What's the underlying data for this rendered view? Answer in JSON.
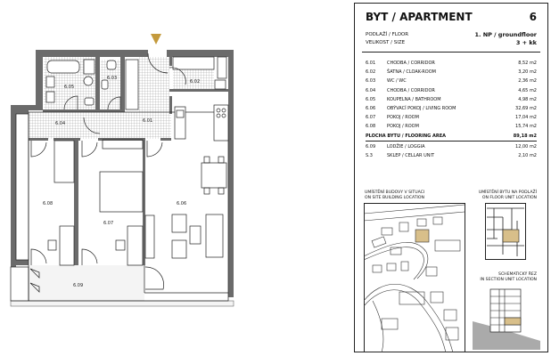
{
  "header": {
    "title": "BYT / APARTMENT",
    "number": "6",
    "floor_label": "PODLAŽÍ / FLOOR",
    "floor_value": "1. NP / groundfloor",
    "size_label": "VELIKOST / SIZE",
    "size_value": "3 + kk"
  },
  "rooms": [
    {
      "code": "6.01",
      "name": "CHODBA / CORRIDOR",
      "area": "8,52",
      "unit": "m2"
    },
    {
      "code": "6.02",
      "name": "ŠATNA / CLOAK-ROOM",
      "area": "3,20",
      "unit": "m2"
    },
    {
      "code": "6.03",
      "name": "WC / WC",
      "area": "2,36",
      "unit": "m2"
    },
    {
      "code": "6.04",
      "name": "CHODBA / CORRIDOR",
      "area": "4,65",
      "unit": "m2"
    },
    {
      "code": "6.05",
      "name": "KOUPELNA / BATHROOM",
      "area": "4,98",
      "unit": "m2"
    },
    {
      "code": "6.06",
      "name": "OBÝVACÍ POKOJ / LIVING ROOM",
      "area": "32,69",
      "unit": "m2"
    },
    {
      "code": "6.07",
      "name": "POKOJ / ROOM",
      "area": "17,04",
      "unit": "m2"
    },
    {
      "code": "6.08",
      "name": "POKOJ / ROOM",
      "area": "15,74",
      "unit": "m2"
    }
  ],
  "total": {
    "name": "PLOCHA BYTU / FLOORING AREA",
    "area": "89,18 m2"
  },
  "extras": [
    {
      "code": "6.09",
      "name": "LODŽIE / LOGGIA",
      "area": "12,00",
      "unit": "m2"
    },
    {
      "code": "S.3",
      "name": "SKLEP / CELLAR UNIT",
      "area": "2,10",
      "unit": "m2"
    }
  ],
  "maps": {
    "site_caption": [
      "UMÍSTĚNÍ BUDOVY V SITUACI",
      "ON SITE BUILDING LOCATION"
    ],
    "floor_caption": [
      "UMÍSTĚNÍ BYTU NA PODLAŽÍ",
      "ON FLOOR UNIT LOCATION"
    ],
    "section_caption": [
      "SCHEMATICKÝ ŘEZ",
      "IN SECTION UNIT LOCATION"
    ]
  },
  "plan_labels": {
    "r601": "6.01",
    "r602": "6.02",
    "r603": "6.03",
    "r604": "6.04",
    "r605": "6.05",
    "r606": "6.06",
    "r607": "6.07",
    "r608": "6.08",
    "r609": "6.09"
  },
  "colors": {
    "wall": "#6b6b6b",
    "highlight": "#d8bf8a",
    "entrance_marker": "#c49a3c"
  }
}
